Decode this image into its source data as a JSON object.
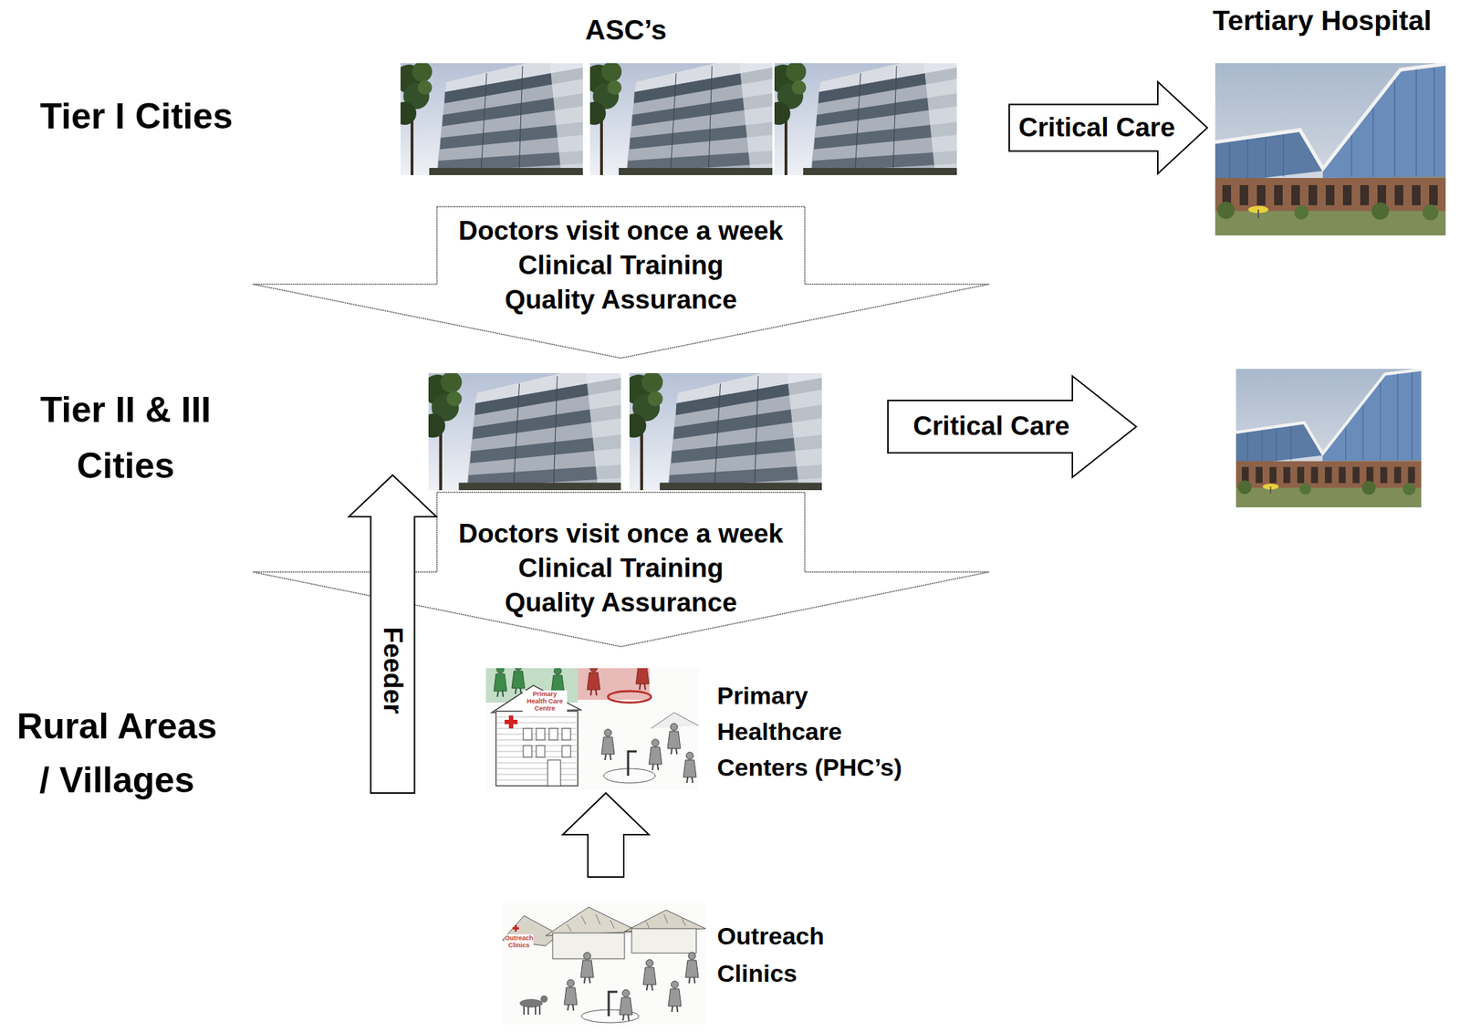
{
  "diagram": {
    "nodes": [
      {
        "text": [
          "Critical Care"
        ]
      },
      {
        "text": [
          "Doctors visit once a week",
          "Clinical Training",
          "Quality Assurance"
        ]
      },
      {
        "text": [
          "Critical Care"
        ]
      },
      {
        "text": [
          "Feeder"
        ]
      },
      {
        "text": [
          "Doctors visit once a week",
          "Clinical Training",
          "Quality Assurance"
        ]
      },
      {
        "text": [
          "Primary Healthcare Centers (PHC’s)"
        ]
      },
      {
        "text": [
          "Outreach Clinics"
        ]
      }
    ],
    "edges": [
      {
        "from": 6,
        "to": 5,
        "arrow": "to"
      }
    ],
    "labels": [
      "ASC’s",
      "Tertiary Hospital",
      "Tier I Cities",
      "Tier II & III Cities",
      "Rural Areas / Villages",
      "Primary Health Care Centre",
      "Outreach Clinics"
    ]
  }
}
